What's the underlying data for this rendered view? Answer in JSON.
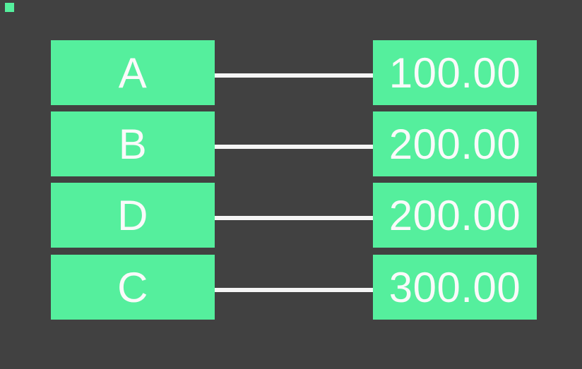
{
  "diagram": {
    "rows": [
      {
        "label": "A",
        "value": "100.00"
      },
      {
        "label": "B",
        "value": "200.00"
      },
      {
        "label": "D",
        "value": "200.00"
      },
      {
        "label": "C",
        "value": "300.00"
      }
    ]
  },
  "colors": {
    "background": "#414141",
    "node_fill": "#55EF9D",
    "edge_line": "#F5F5F5",
    "text": "#FAFAFA",
    "corner_marker": "#55EF9D"
  }
}
